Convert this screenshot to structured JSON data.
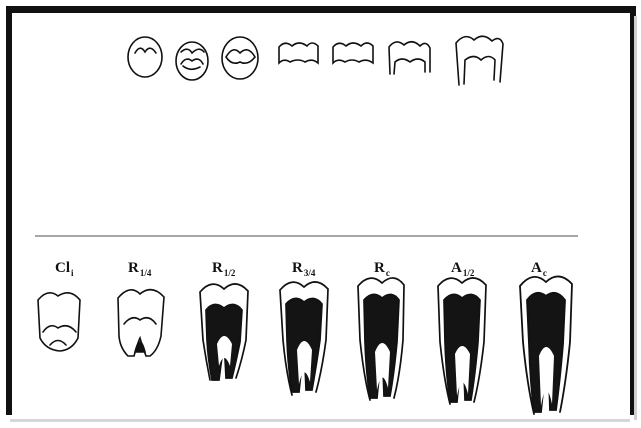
{
  "diagram": {
    "top_row_count": 7,
    "stages": [
      {
        "main": "Cl",
        "sub": "i"
      },
      {
        "main": "R",
        "sub": "1/4"
      },
      {
        "main": "R",
        "sub": "1/2"
      },
      {
        "main": "R",
        "sub": "3/4"
      },
      {
        "main": "R",
        "sub": "c"
      },
      {
        "main": "A",
        "sub": "1/2"
      },
      {
        "main": "A",
        "sub": "c"
      }
    ],
    "colors": {
      "ink": "#111111",
      "pulp": "#141414",
      "frame": "#111111"
    }
  }
}
